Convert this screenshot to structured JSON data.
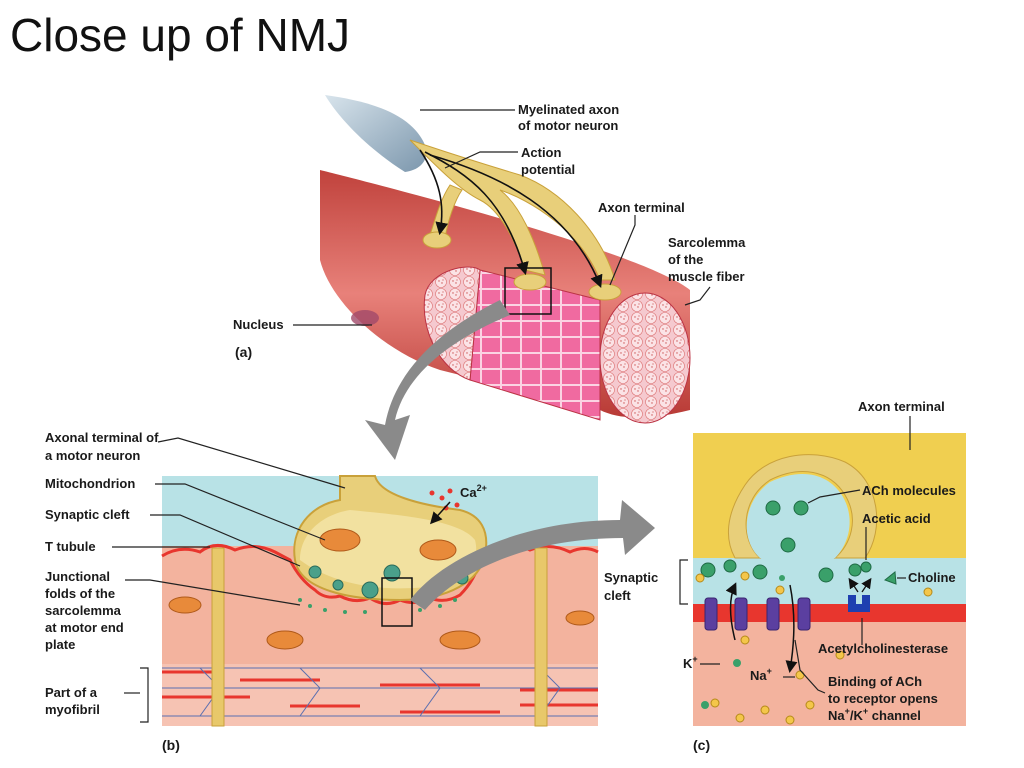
{
  "title": "Close up of NMJ",
  "panel_a": {
    "letter": "(a)",
    "labels": {
      "myelinated_axon_1": "Myelinated axon",
      "myelinated_axon_2": "of motor neuron",
      "action_potential_1": "Action",
      "action_potential_2": "potential",
      "axon_terminal": "Axon terminal",
      "sarcolemma_1": "Sarcolemma",
      "sarcolemma_2": "of the",
      "sarcolemma_3": "muscle fiber",
      "nucleus": "Nucleus"
    }
  },
  "panel_b": {
    "letter": "(b)",
    "labels": {
      "axonal_terminal_1": "Axonal terminal of",
      "axonal_terminal_2": "a motor neuron",
      "mitochondrion": "Mitochondrion",
      "synaptic_cleft": "Synaptic cleft",
      "t_tubule": "T tubule",
      "junctional_1": "Junctional",
      "junctional_2": "folds of the",
      "junctional_3": "sarcolemma",
      "junctional_4": "at motor end",
      "junctional_5": "plate",
      "myofibril_1": "Part of a",
      "myofibril_2": "myofibril",
      "calcium": "Ca",
      "calcium_sup": "2+"
    }
  },
  "panel_c": {
    "letter": "(c)",
    "labels": {
      "axon_terminal": "Axon terminal",
      "ach_molecules": "ACh molecules",
      "acetic_acid": "Acetic acid",
      "choline": "Choline",
      "synaptic_cleft_1": "Synaptic",
      "synaptic_cleft_2": "cleft",
      "acetylcholinesterase": "Acetylcholinesterase",
      "k_ion": "K",
      "k_sup": "+",
      "na_ion": "Na",
      "na_sup": "+",
      "binding_1": "Binding of ACh",
      "binding_2": "to receptor opens",
      "binding_3": "Na",
      "binding_sup1": "+",
      "binding_4": "/K",
      "binding_sup2": "+",
      "binding_5": " channel"
    }
  },
  "colors": {
    "muscle": "#e46a66",
    "muscle_light": "#f2a8a0",
    "axon": "#e8cf7a",
    "axon_dark": "#c9a13a",
    "cleft": "#b8e2e6",
    "membrane_red": "#e8362e",
    "channel_purple": "#5b3fa0",
    "ach_green": "#3aa06a"
  }
}
